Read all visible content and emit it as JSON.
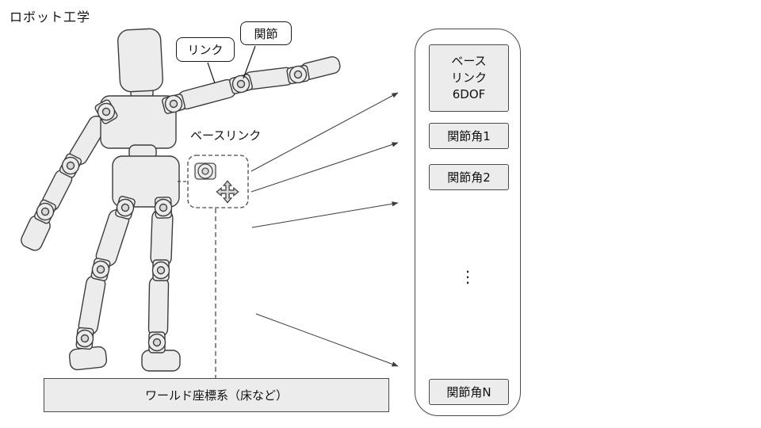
{
  "title": "ロボット工学",
  "callouts": {
    "link": "リンク",
    "joint": "関節"
  },
  "labels": {
    "base_link": "ベースリンク"
  },
  "world_box": {
    "label": "ワールド座標系（床など）"
  },
  "panel": {
    "base": "ベース\nリンク\n6DOF",
    "joint1": "関節角1",
    "joint2": "関節角2",
    "ellipsis": "⋮",
    "jointN": "関節角N"
  },
  "colors": {
    "part_fill": "#ececec",
    "outline": "#3c3c3c",
    "box_fill": "#ececec"
  },
  "icons": {
    "move_icon": "four-way-move-arrow",
    "joint_icon": "cylindrical-joint"
  }
}
